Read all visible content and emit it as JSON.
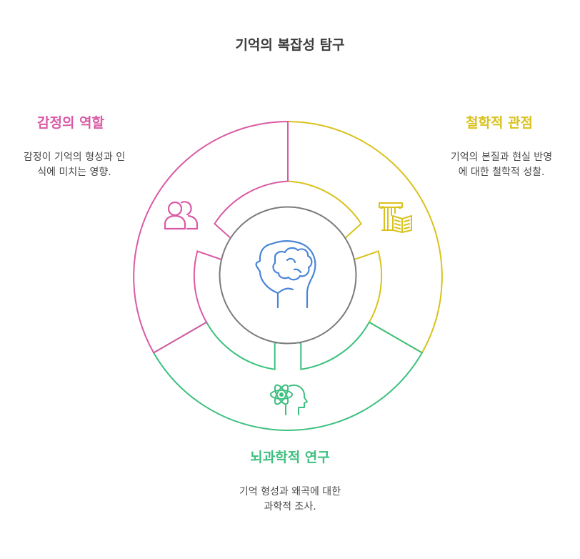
{
  "title": "기억의 복잡성 탐구",
  "colors": {
    "emotion": "#d95aa5",
    "philosophy": "#d9c21c",
    "neuro": "#3dc07f",
    "center_ring": "#7b7b7b",
    "center_icon": "#4a86d6",
    "text": "#4a4a4a"
  },
  "sections": {
    "emotion": {
      "title": "감정의 역할",
      "description": "감정이 기억의 형성과 인\n식에 미치는 영향.",
      "icon": "people-icon"
    },
    "philosophy": {
      "title": "철학적 관점",
      "description": "기억의 본질과 현실 반영\n에 대한 철학적 성찰.",
      "icon": "pillar-book-icon"
    },
    "neuro": {
      "title": "뇌과학적 연구",
      "description": "기억 형성과 왜곡에 대한\n과학적 조사.",
      "icon": "atom-head-icon"
    }
  },
  "center": {
    "icon": "brain-head-icon"
  }
}
